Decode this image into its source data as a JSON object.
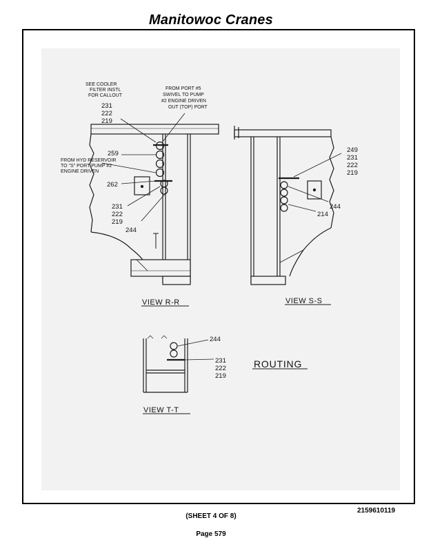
{
  "page": {
    "header": "Manitowoc Cranes",
    "doc_number": "2159610119",
    "sheet": "(SHEET 4 OF 8)",
    "page_label": "Page 579"
  },
  "diagram": {
    "notes": {
      "see_cooler": [
        "SEE COOLER",
        "FILTER INSTL",
        "FOR CALLOUT"
      ],
      "from_port": [
        "FROM PORT #5",
        "SWIVEL TO PUMP",
        "#2 ENGINE DRIVEN",
        "OUT (TOP) PORT"
      ],
      "from_hyd": [
        "FROM HYD RESERVOIR",
        "TO \"S\" PORT PUMP #2",
        "ENGINE DRIVEN"
      ]
    },
    "callouts_rr": {
      "top": [
        "231",
        "222",
        "219"
      ],
      "c259": "259",
      "c262": "262",
      "lower": [
        "231",
        "222",
        "219"
      ],
      "c244": "244"
    },
    "callouts_ss": {
      "top": [
        "249",
        "231",
        "222",
        "219"
      ],
      "c244": "244",
      "c214": "214"
    },
    "callouts_tt": {
      "c244": "244",
      "lower": [
        "231",
        "222",
        "219"
      ]
    },
    "view_labels": {
      "rr": "VIEW R-R",
      "ss": "VIEW S-S",
      "tt": "VIEW T-T"
    },
    "routing": "ROUTING"
  }
}
